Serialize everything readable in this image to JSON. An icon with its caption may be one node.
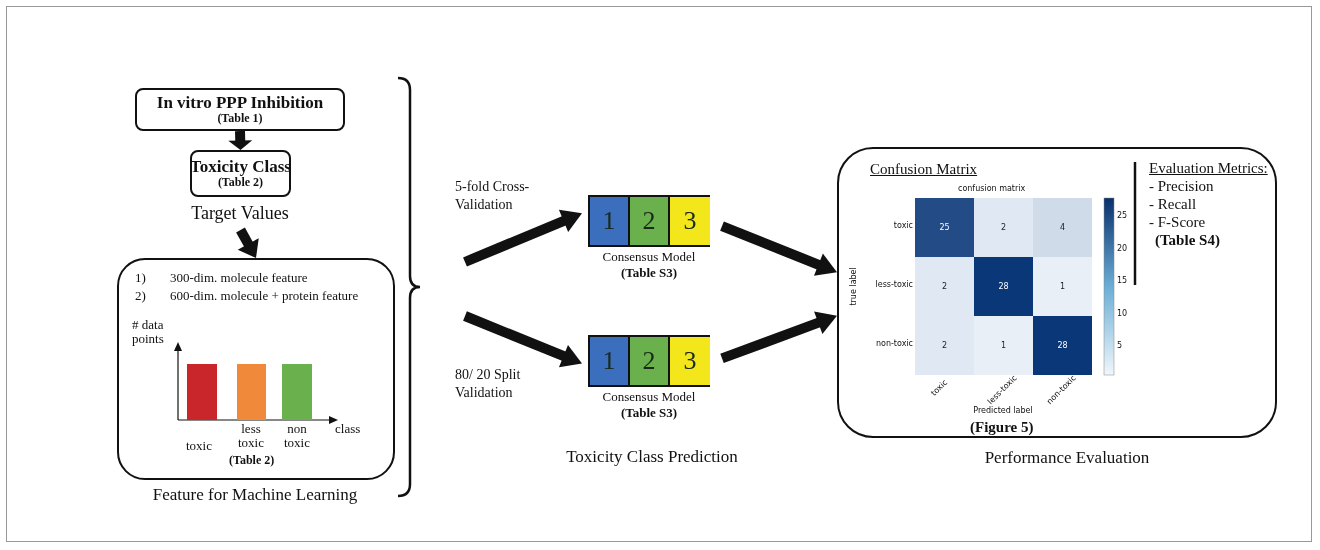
{
  "diagram": {
    "nodes": [
      {
        "text": [
          "In vitro PPP Inhibition",
          "(Table 1)"
        ]
      },
      {
        "text": [
          "Toxicity Class",
          "(Table 2)"
        ],
        "beside": [
          "Target Values"
        ]
      },
      {
        "text": [
          "1)",
          "300-dim. molecule feature",
          "2)",
          "600-dim. molecule + protein feature",
          "(Table 2)"
        ],
        "beside": [
          "Feature for Machine Learning"
        ]
      },
      {
        "text": [],
        "shape": "bracket"
      },
      {
        "text": [
          "1",
          "2",
          "3"
        ],
        "beside": [
          "Consensus Model",
          "(Table S3)"
        ]
      },
      {
        "text": [
          "1",
          "2",
          "3"
        ],
        "beside": [
          "Consensus Model",
          "(Table S3)"
        ]
      },
      {
        "text": [
          "Confusion Matrix",
          "Evaluation Metrics:",
          "- Precision",
          "- Recall",
          "- F-Score",
          "(Table S4)",
          "(Figure 5)"
        ],
        "beside": [
          "Performance Evaluation"
        ]
      }
    ],
    "edges": [
      {
        "from": 0,
        "to": 1,
        "arrow": "to"
      },
      {
        "from": 1,
        "to": 2,
        "arrow": "to"
      },
      {
        "from": 3,
        "to": 4,
        "arrow": "to",
        "label": "5-fold Cross-Validation"
      },
      {
        "from": 3,
        "to": 5,
        "arrow": "to",
        "label": "80/ 20 Split Validation"
      },
      {
        "from": 4,
        "to": 6,
        "arrow": "to"
      },
      {
        "from": 5,
        "to": 6,
        "arrow": "to"
      }
    ],
    "labels": [
      "# data points",
      "toxic",
      "less toxic",
      "non toxic",
      "class",
      "confusion matrix",
      "toxic",
      "less-toxic",
      "non-toxic",
      "true label",
      "25",
      "2",
      "4",
      "2",
      "28",
      "1",
      "2",
      "1",
      "28",
      "25",
      "20",
      "15",
      "10",
      "5",
      "toxic",
      "less-toxic",
      "non-toxic",
      "Predicted label",
      "Toxicity Class Prediction"
    ]
  }
}
